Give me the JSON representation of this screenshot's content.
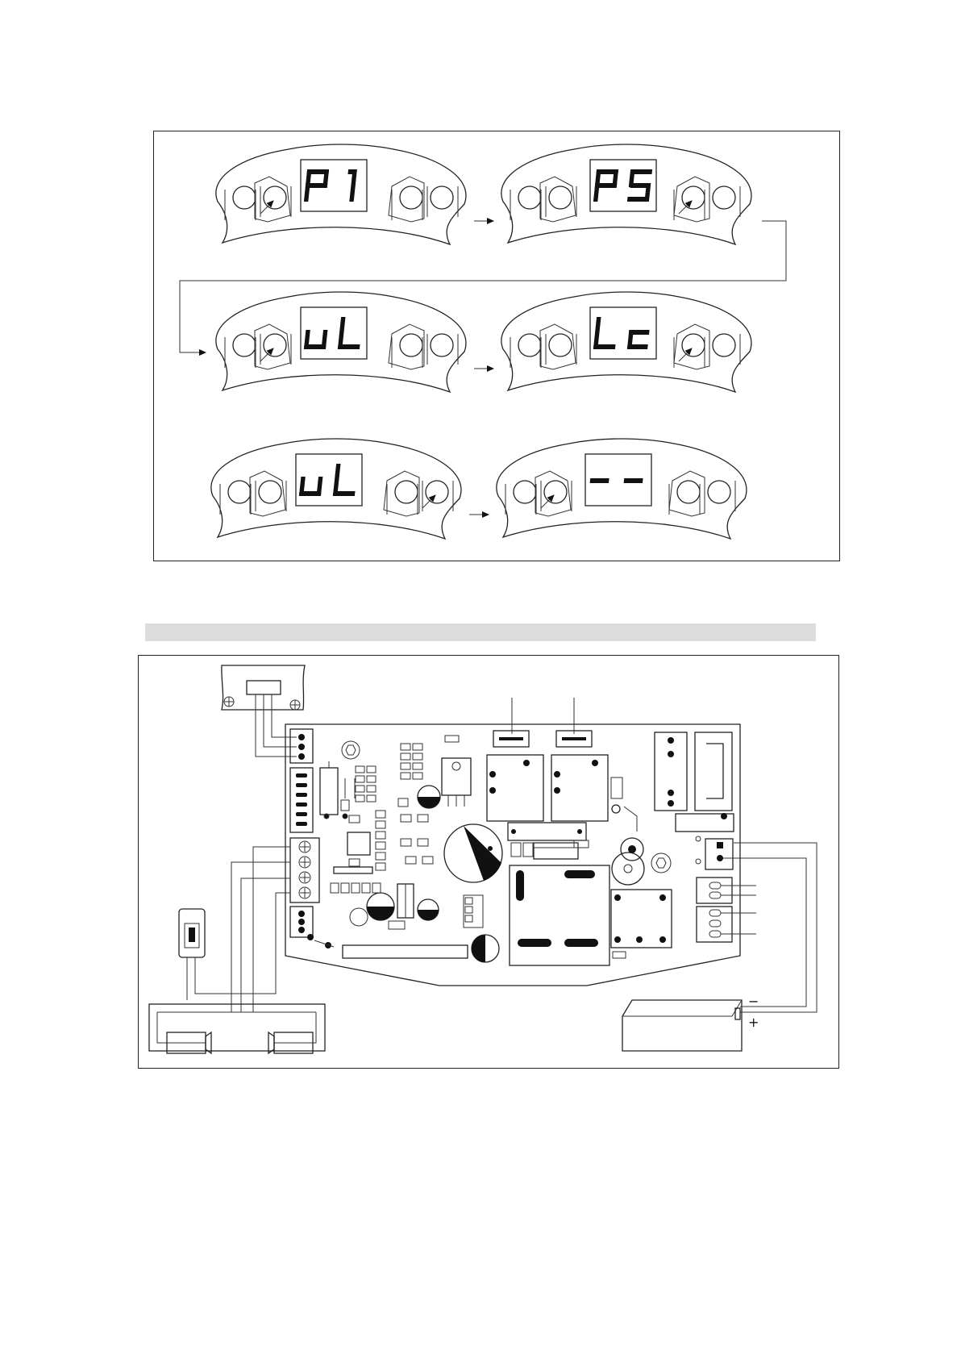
{
  "display_flow": {
    "panels": [
      {
        "id": "p1",
        "display": "P1",
        "pressed_button": 2
      },
      {
        "id": "ps",
        "display": "PS",
        "pressed_button": 3
      },
      {
        "id": "ul-1",
        "display": "uL",
        "pressed_button": 2
      },
      {
        "id": "lc",
        "display": "Lc",
        "pressed_button": 3
      },
      {
        "id": "ul-2",
        "display": "uL",
        "pressed_button": 4
      },
      {
        "id": "dash",
        "display": "--",
        "pressed_button": 2
      }
    ]
  },
  "wiring": {
    "battery_terminals": {
      "minus": "−",
      "plus": "+"
    }
  }
}
